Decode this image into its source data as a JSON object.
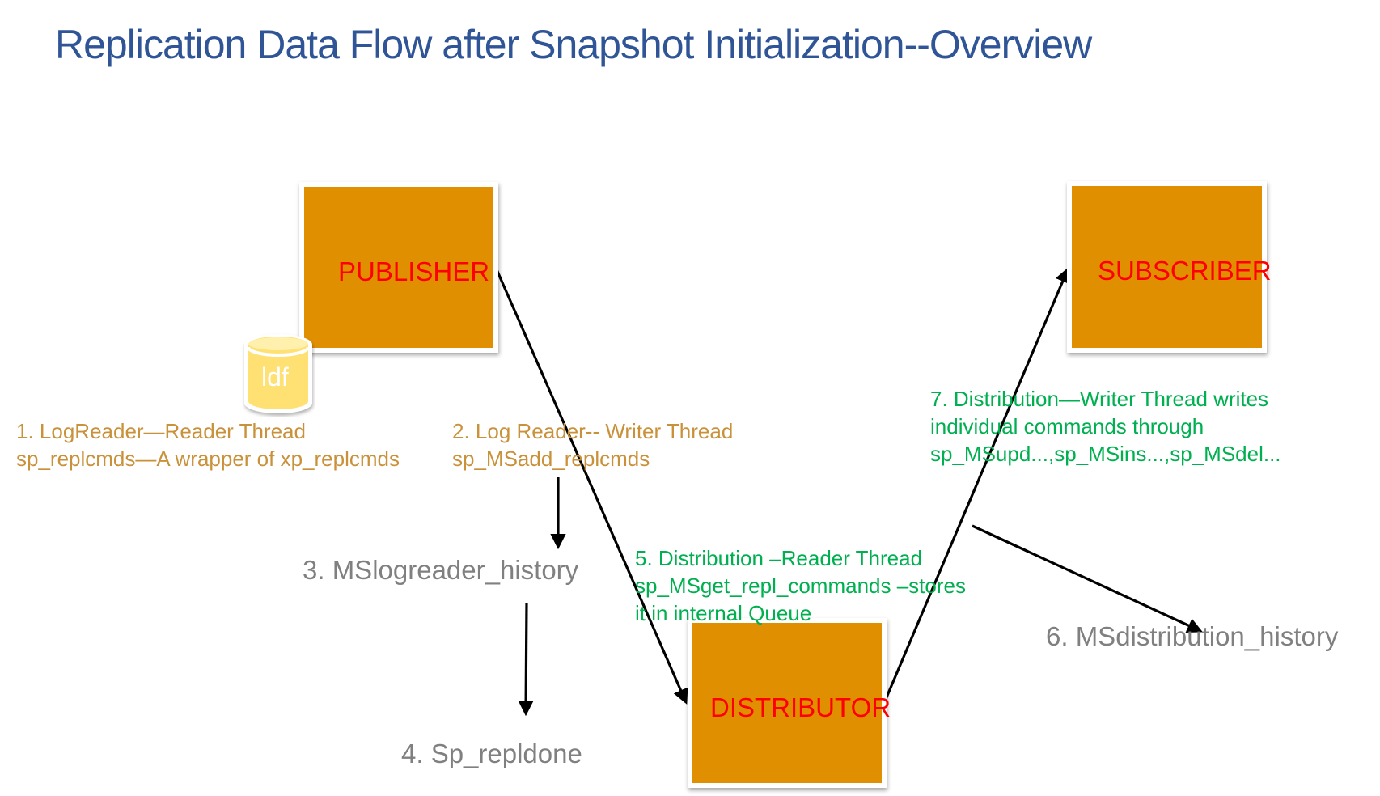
{
  "title": "Replication Data Flow after Snapshot Initialization--Overview",
  "nodes": {
    "publisher": {
      "label": "PUBLISHER"
    },
    "subscriber": {
      "label": "SUBSCRIBER"
    },
    "distributor": {
      "label": "DISTRIBUTOR"
    },
    "log_file": {
      "label": "ldf",
      "icon": "database-cylinder-icon"
    }
  },
  "steps": {
    "step1": {
      "line1": "1. LogReader—Reader Thread",
      "line2": "sp_replcmds—A wrapper of xp_replcmds"
    },
    "step2": {
      "line1": "2. Log Reader-- Writer Thread",
      "line2": "sp_MSadd_replcmds"
    },
    "step3": {
      "text": "3. MSlogreader_history"
    },
    "step4": {
      "text": "4. Sp_repldone"
    },
    "step5": {
      "line1": "5. Distribution –Reader Thread",
      "line2": "sp_MSget_repl_commands –stores",
      "line3": "it in internal Queue"
    },
    "step6": {
      "text": "6. MSdistribution_history"
    },
    "step7": {
      "line1": "7. Distribution—Writer Thread writes",
      "line2": "individual commands through",
      "line3": "sp_MSupd...,sp_MSins...,sp_MSdel..."
    }
  },
  "colors": {
    "title": "#2f5597",
    "node_fill": "#e08f00",
    "node_label": "#ff0000",
    "log_reader_text": "#c9913a",
    "distribution_text": "#00b050",
    "history_text": "#808080",
    "cylinder_fill": "#ffe173",
    "arrow": "#000000"
  }
}
